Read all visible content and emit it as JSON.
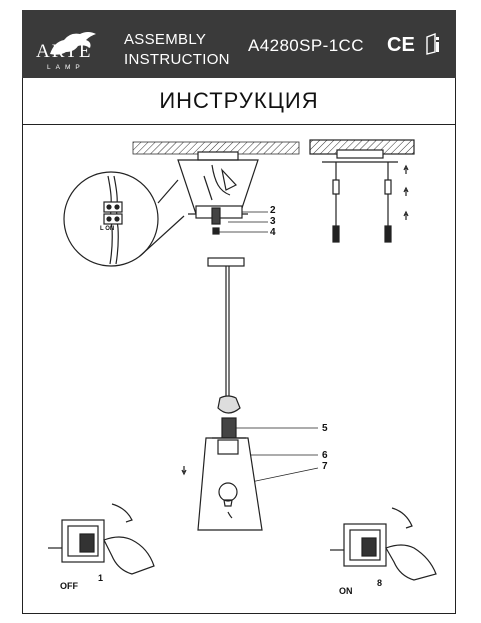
{
  "header": {
    "brand": "ARTE",
    "brand_sub": "LAMP",
    "assembly_line1": "ASSEMBLY",
    "assembly_line2": "INSTRUCTION",
    "model": "A4280SP-1CC",
    "ce_mark": "CE",
    "icons": [
      "arte-griffin-logo",
      "ce-mark",
      "info-book-icon"
    ]
  },
  "title": "ИНСТРУКЦИЯ",
  "callouts": [
    "2",
    "3",
    "4",
    "5",
    "6",
    "7"
  ],
  "switch_off": {
    "label": "OFF",
    "step": "1"
  },
  "switch_on": {
    "label": "ON",
    "step": "8"
  },
  "connector_label": "L  ON"
}
